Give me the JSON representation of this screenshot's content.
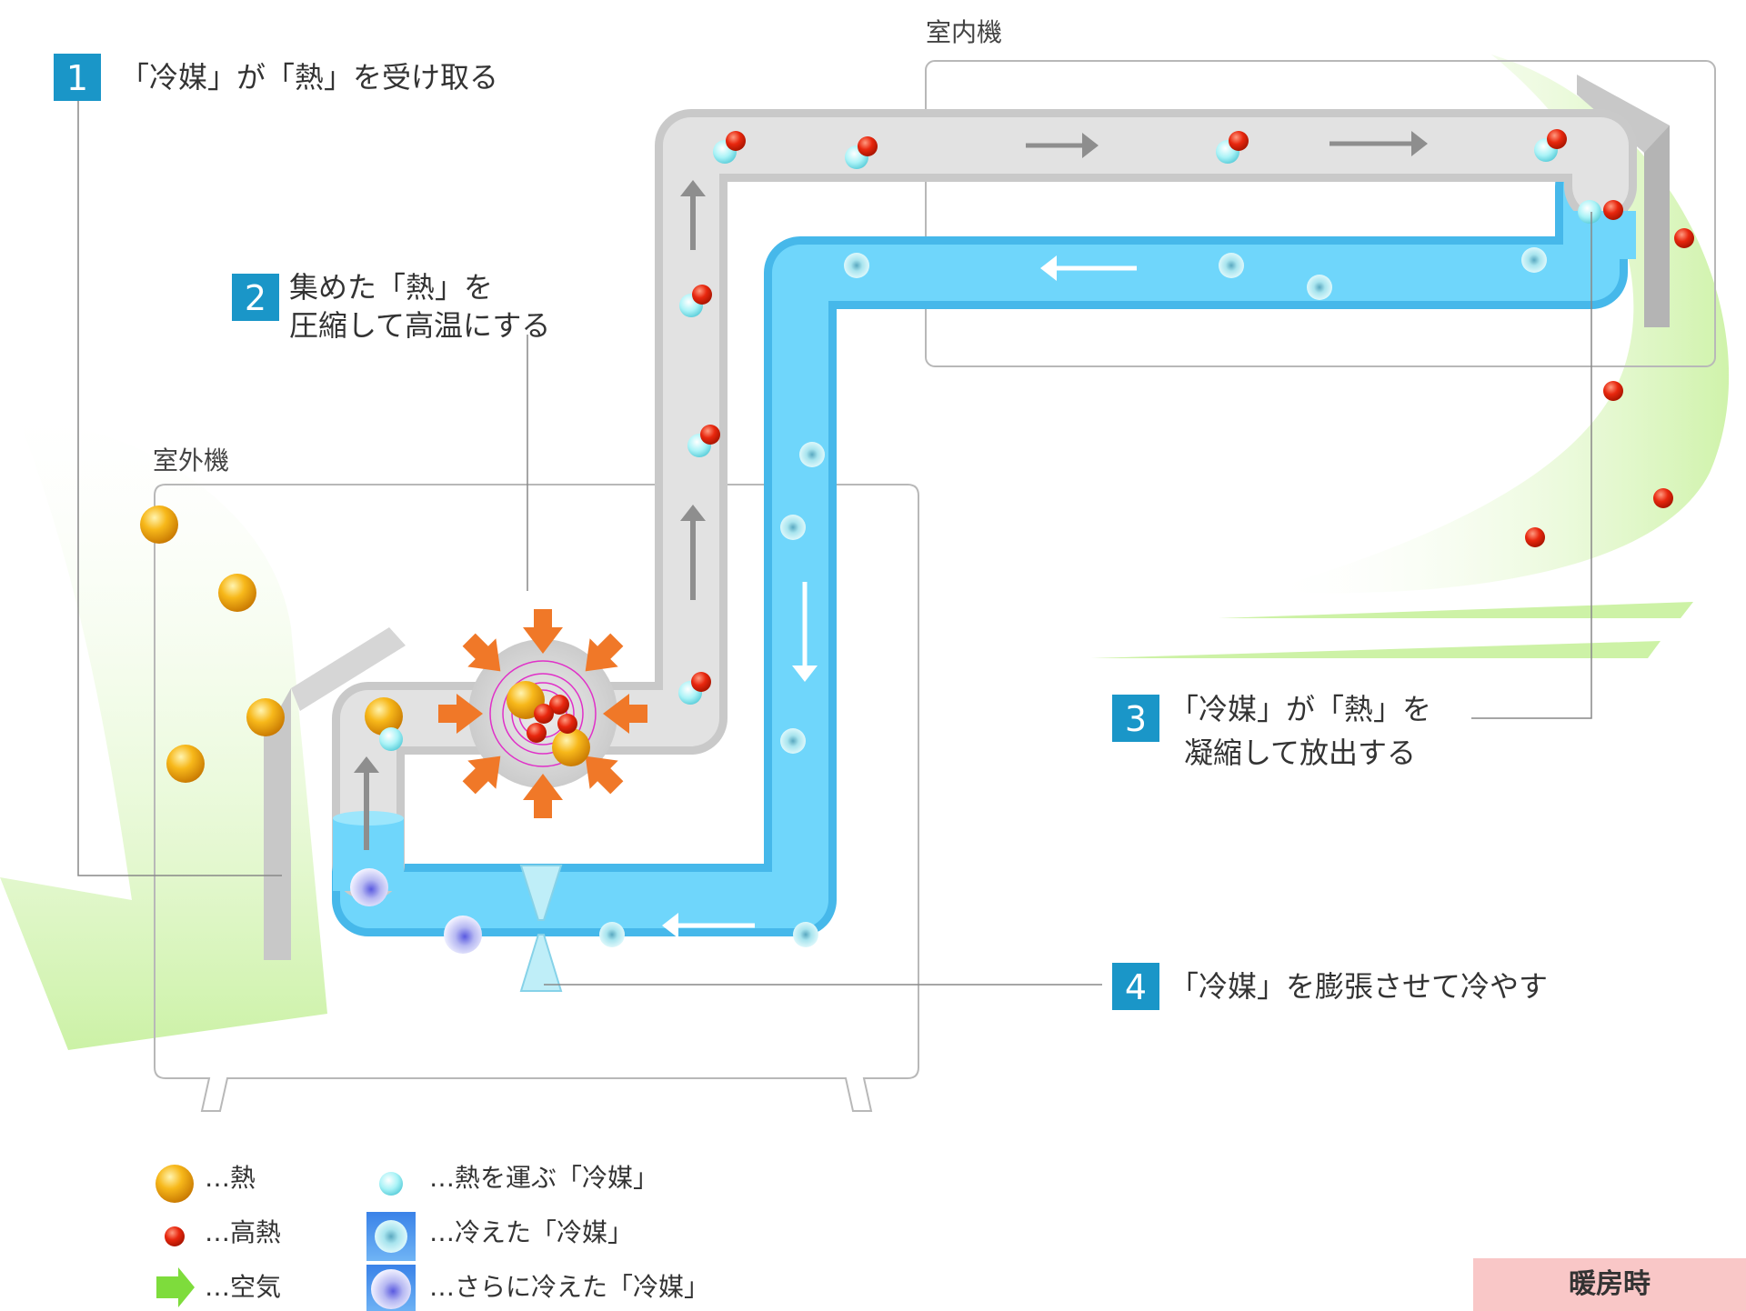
{
  "colors": {
    "step_badge": "#1a96c8",
    "hot_pipe": "#dcdcdc",
    "cold_pipe": "#5ccaf5",
    "heat_ball": "#f4a60c",
    "high_heat": "#e8270e",
    "refrigerant": "#9af0f5",
    "compress_arrow": "#f07828",
    "air_arrow": "#c8f0a0",
    "mode_badge_bg": "#f9c7c7"
  },
  "units": {
    "indoor": "室内機",
    "outdoor": "室外機"
  },
  "steps": [
    {
      "num": "1",
      "lines": [
        "「冷媒」が「熱」を受け取る"
      ]
    },
    {
      "num": "2",
      "lines": [
        "集めた「熱」を",
        "圧縮して高温にする"
      ]
    },
    {
      "num": "3",
      "lines": [
        "「冷媒」が「熱」を",
        "凝縮して放出する"
      ]
    },
    {
      "num": "4",
      "lines": [
        "「冷媒」を膨張させて冷やす"
      ]
    }
  ],
  "legend": [
    {
      "icon": "heat-ball-icon",
      "text": "…熱"
    },
    {
      "icon": "high-heat-dot-icon",
      "text": "…高熱"
    },
    {
      "icon": "air-arrow-icon",
      "text": "…空気"
    },
    {
      "icon": "refrigerant-dot-icon",
      "text": "…熱を運ぶ「冷媒」"
    },
    {
      "icon": "cooled-refrigerant-icon",
      "text": "…冷えた「冷媒」"
    },
    {
      "icon": "colder-refrigerant-icon",
      "text": "…さらに冷えた「冷媒」"
    }
  ],
  "mode_badge": "暖房時"
}
